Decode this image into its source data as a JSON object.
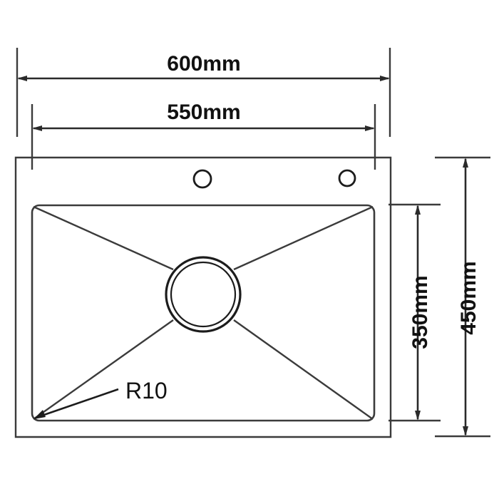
{
  "drawing": {
    "title": "Kitchen Sink Dimension Drawing",
    "units": "mm",
    "line_color": "#3b3b3b",
    "text_color": "#111111",
    "background": "#ffffff",
    "dimensions": {
      "overall_width": "600mm",
      "bowl_width": "550mm",
      "overall_depth": "450mm",
      "bowl_depth": "350mm",
      "corner_radius": "R10"
    },
    "features": {
      "tap_hole_left": "tap-hole",
      "tap_hole_right": "tap-hole",
      "drain": "drain-circle",
      "bowl": "sink-bowl",
      "deck": "sink-deck"
    }
  }
}
